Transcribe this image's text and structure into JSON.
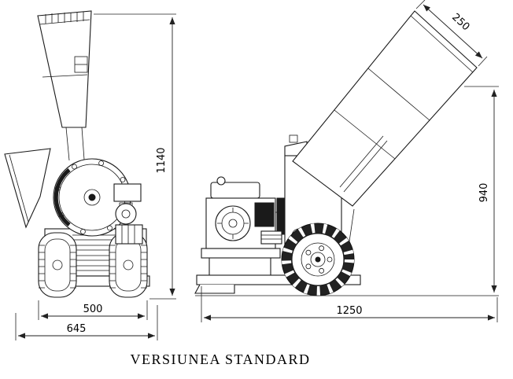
{
  "diagram": {
    "caption": "VERSIUNEA STANDARD",
    "dimensions": {
      "front_height": "1140",
      "front_track": "500",
      "front_width": "645",
      "chute_opening": "250",
      "side_height": "940",
      "side_length": "1250"
    },
    "colors": {
      "line": "#1a1a1a",
      "dimension": "#222222",
      "tire": "#222222",
      "background": "#ffffff"
    }
  }
}
